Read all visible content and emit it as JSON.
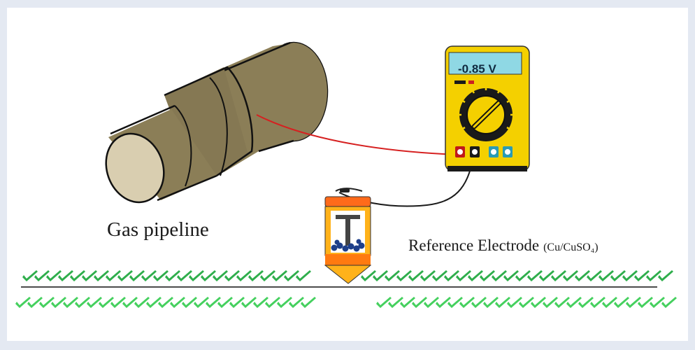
{
  "diagram": {
    "pipeline_label": "Gas pipeline",
    "electrode_label": "Reference Electrode",
    "electrode_formula": "(Cu/CuSO₄)",
    "meter_reading": "-0.85 V"
  },
  "colors": {
    "pipe": "#8b7e57",
    "pipe_end": "#d9ceb0",
    "meter_body": "#f4d000",
    "meter_screen": "#8fd8e4",
    "red_wire": "#d62020",
    "black_wire": "#1a1a1a",
    "electrode_body": "#ffb21a",
    "grass_dark": "#2fae4c",
    "grass_light": "#45d05e"
  }
}
